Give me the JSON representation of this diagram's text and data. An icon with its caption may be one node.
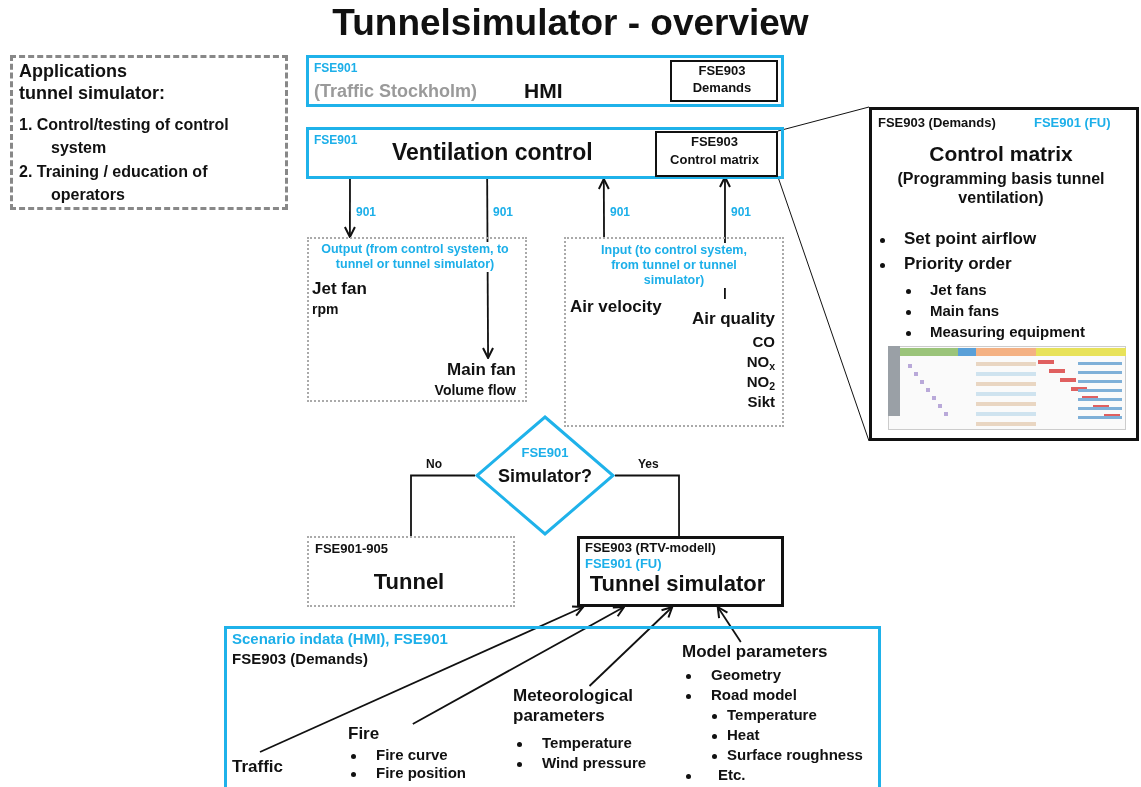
{
  "diagram": {
    "title": "Tunnelsimulator - overview",
    "nodes": [
      {
        "text": [
          "Applications tunnel simulator:",
          "1. Control/testing of control system",
          "2. Training / education of operators"
        ]
      },
      {
        "text": [
          "FSE901",
          "(Traffic Stockholm)",
          "HMI"
        ]
      },
      {
        "text": [
          "FSE903",
          "Demands"
        ],
        "in": 1
      },
      {
        "text": [
          "FSE901",
          "Ventilation control"
        ]
      },
      {
        "text": [
          "FSE903",
          "Control matrix"
        ],
        "in": 3
      },
      {
        "text": [
          "Output (from control system, to tunnel or tunnel simulator)"
        ]
      },
      {
        "text": [
          "Jet fan",
          "rpm"
        ],
        "in": 5
      },
      {
        "text": [
          "Main fan",
          "Volume flow"
        ],
        "in": 5
      },
      {
        "text": [
          "Input (to control system, from tunnel or tunnel simulator)"
        ]
      },
      {
        "text": [
          "Air velocity"
        ],
        "in": 8
      },
      {
        "text": [
          "Air quality",
          "CO",
          "NO$_{x}$",
          "NO$_{2}$",
          "Sikt"
        ],
        "in": 8
      },
      {
        "text": [
          "FSE901",
          "Simulator?"
        ]
      },
      {
        "text": [
          "FSE901-905",
          "Tunnel"
        ]
      },
      {
        "text": [
          "FSE903 (RTV-modell)",
          "FSE901 (FU)",
          "Tunnel simulator"
        ]
      },
      {
        "text": [
          "Scenario indata (HMI), FSE901",
          "FSE903 (Demands)"
        ]
      },
      {
        "text": [
          "Traffic"
        ],
        "in": 14
      },
      {
        "text": [
          "Fire",
          "Fire curve",
          "Fire position"
        ],
        "in": 14
      },
      {
        "text": [
          "Meteorological parameters",
          "Temperature",
          "Wind pressure"
        ],
        "in": 14
      },
      {
        "text": [
          "Model parameters",
          "Geometry",
          "Road model",
          "Temperature",
          "Heat",
          "Surface roughness",
          "Etc."
        ],
        "in": 14
      },
      {
        "text": [
          "FSE903 (Demands)",
          "FSE901 (FU)",
          "Control matrix",
          "(Programming basis tunnel ventilation)",
          "Set point airflow",
          "Priority order",
          "Jet fans",
          "Main fans",
          "Measuring equipment"
        ]
      }
    ],
    "edges": [
      {
        "from": 3,
        "to": 5,
        "arrow": "to",
        "label": "901"
      },
      {
        "from": 3,
        "to": 7,
        "arrow": "to",
        "label": "901"
      },
      {
        "from": 8,
        "to": 3,
        "arrow": "to",
        "label": "901"
      },
      {
        "from": 10,
        "to": 4,
        "arrow": "to",
        "label": "901"
      },
      {
        "from": 11,
        "to": 12,
        "arrow": "none",
        "label": "No"
      },
      {
        "from": 11,
        "to": 13,
        "arrow": "none",
        "label": "Yes"
      },
      {
        "from": 15,
        "to": 13,
        "arrow": "to"
      },
      {
        "from": 16,
        "to": 13,
        "arrow": "to"
      },
      {
        "from": 17,
        "to": 13,
        "arrow": "to"
      },
      {
        "from": 18,
        "to": 13,
        "arrow": "to"
      },
      {
        "from": 4,
        "to": 19,
        "arrow": "none"
      }
    ]
  }
}
